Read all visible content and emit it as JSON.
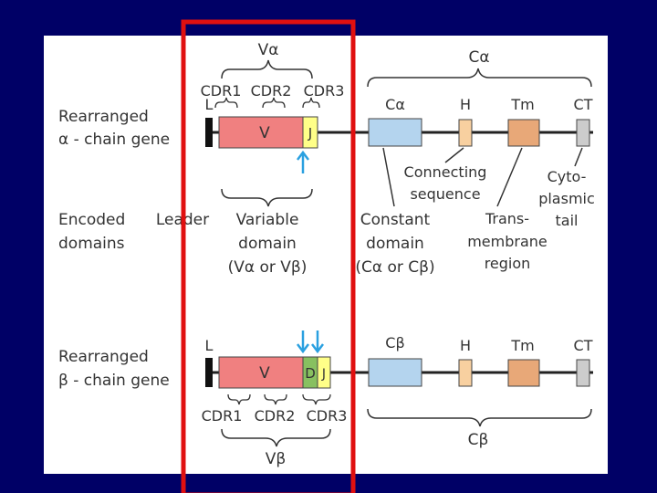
{
  "alpha": {
    "row_label_line1": "Rearranged",
    "row_label_line2": "α - chain gene",
    "v_group": "Vα",
    "cdr1": "CDR1",
    "cdr2": "CDR2",
    "cdr3": "CDR3",
    "leader": "L",
    "v_segment": "V",
    "j_segment": "J",
    "c_group": "Cα",
    "c_segment": "Cα",
    "h_segment": "H",
    "tm_segment": "Tm",
    "ct_segment": "CT"
  },
  "annotations": {
    "connecting_line1": "Connecting",
    "connecting_line2": "sequence",
    "cyto_line1": "Cyto-",
    "cyto_line2": "plasmic",
    "cyto_line3": "tail",
    "trans_line1": "Trans-",
    "trans_line2": "membrane",
    "trans_line3": "region"
  },
  "encoded": {
    "row_label_line1": "Encoded",
    "row_label_line2": "domains",
    "leader": "Leader",
    "variable_line1": "Variable",
    "variable_line2": "domain",
    "variable_line3": "(Vα or Vβ)",
    "constant_line1": "Constant",
    "constant_line2": "domain",
    "constant_line3": "(Cα or Cβ)"
  },
  "beta": {
    "row_label_line1": "Rearranged",
    "row_label_line2": "β - chain gene",
    "leader": "L",
    "v_segment": "V",
    "d_segment": "D",
    "j_segment": "J",
    "c_segment": "Cβ",
    "h_segment": "H",
    "tm_segment": "Tm",
    "ct_segment": "CT",
    "cdr1": "CDR1",
    "cdr2": "CDR2",
    "cdr3": "CDR3",
    "v_group": "Vβ",
    "c_group": "Cβ"
  },
  "colors": {
    "background": "#000066",
    "panel": "#ffffff",
    "highlight_box": "#e01010",
    "v_segment": "#f08080",
    "j_segment": "#ffff88",
    "d_segment": "#88c060",
    "c_segment": "#b4d4ee",
    "h_segment": "#f8d0a0",
    "tm_segment": "#e8a878",
    "ct_segment": "#cccccc",
    "arrow": "#2aa0e0"
  }
}
